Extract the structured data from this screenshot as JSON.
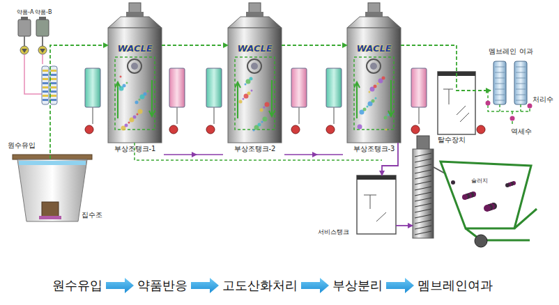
{
  "diagram": {
    "nodes": [
      {
        "text": [
          "원수유입",
          "집수조"
        ]
      },
      {
        "text": [
          "WACLE",
          "부상조탱크-1"
        ]
      },
      {
        "text": [
          "WACLE",
          "부상조탱크-2"
        ]
      },
      {
        "text": [
          "WACLE",
          "부상조탱크-3"
        ]
      },
      {
        "text": [
          "멤브레인 여과"
        ]
      },
      {
        "text": [
          "탈수장치"
        ]
      },
      {
        "text": [
          "서비스탱크"
        ]
      },
      {
        "text": [
          "원수유입"
        ]
      },
      {
        "text": [
          "약품반응"
        ]
      },
      {
        "text": [
          "고도산화처리"
        ]
      },
      {
        "text": [
          "부상분리"
        ]
      },
      {
        "text": [
          "멤브레인여과"
        ]
      }
    ],
    "edges": [
      {
        "from": 0,
        "to": 1,
        "arrow": "to"
      },
      {
        "from": 1,
        "to": 2,
        "arrow": "to"
      },
      {
        "from": 2,
        "to": 3,
        "arrow": "to"
      },
      {
        "from": 3,
        "to": 4,
        "arrow": "to"
      },
      {
        "from": 3,
        "to": 6,
        "arrow": "to"
      },
      {
        "from": 6,
        "to": 5,
        "arrow": "to"
      },
      {
        "from": 7,
        "to": 8,
        "arrow": "to"
      },
      {
        "from": 8,
        "to": 9,
        "arrow": "to"
      },
      {
        "from": 9,
        "to": 10,
        "arrow": "to"
      },
      {
        "from": 10,
        "to": 11,
        "arrow": "to"
      }
    ],
    "labels": [
      "약품-A",
      "약품-B",
      "처리수",
      "역세수",
      "슬러지"
    ]
  }
}
